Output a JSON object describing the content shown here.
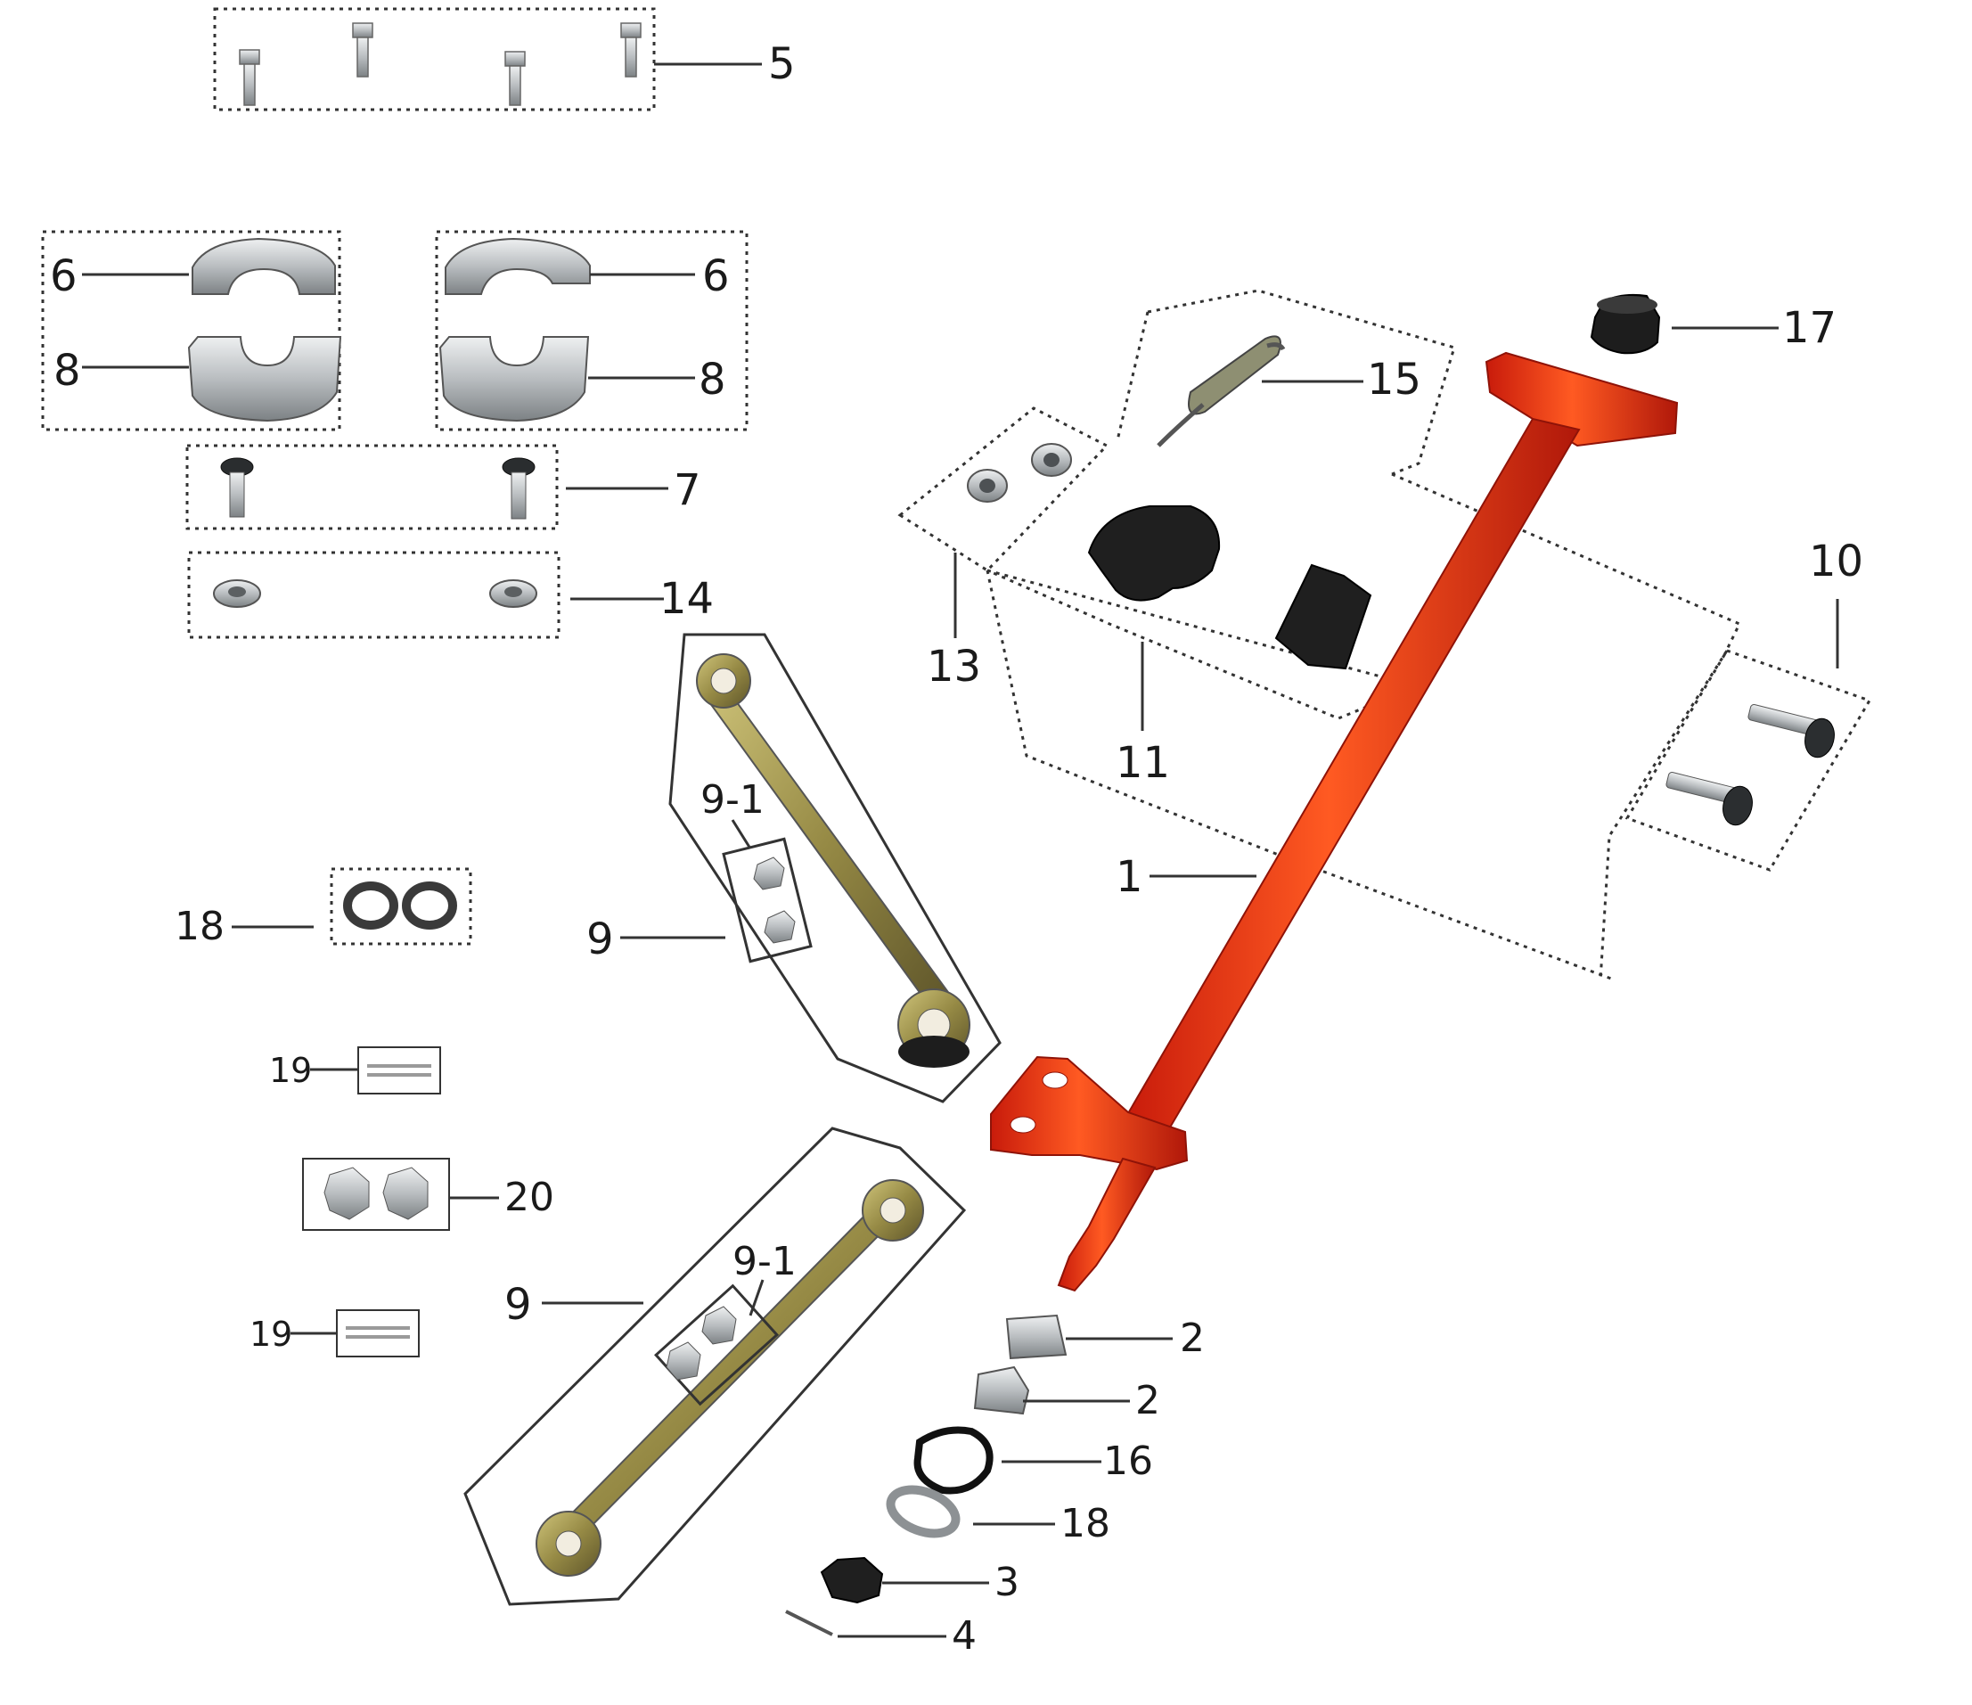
{
  "diagram": {
    "colors": {
      "shaft": "#ee2a10",
      "shaft_highlight": "#ff7a3c",
      "shaft_shadow": "#b0180a",
      "metal": "#c2c6c8",
      "metal_dark": "#7a7f82",
      "brass": "#a59a55",
      "brass_dark": "#5e552a",
      "rubber": "#1b1b1b",
      "line": "#2a2a2a"
    },
    "callouts": [
      {
        "id": "5",
        "text": "5"
      },
      {
        "id": "6a",
        "text": "6"
      },
      {
        "id": "6b",
        "text": "6"
      },
      {
        "id": "8a",
        "text": "8"
      },
      {
        "id": "8b",
        "text": "8"
      },
      {
        "id": "7",
        "text": "7"
      },
      {
        "id": "14",
        "text": "14"
      },
      {
        "id": "17",
        "text": "17"
      },
      {
        "id": "15",
        "text": "15"
      },
      {
        "id": "13",
        "text": "13"
      },
      {
        "id": "11",
        "text": "11"
      },
      {
        "id": "10",
        "text": "10"
      },
      {
        "id": "1",
        "text": "1"
      },
      {
        "id": "91a",
        "text": "9-1"
      },
      {
        "id": "9a",
        "text": "9"
      },
      {
        "id": "18a",
        "text": "18"
      },
      {
        "id": "19a",
        "text": "19"
      },
      {
        "id": "20",
        "text": "20"
      },
      {
        "id": "91b",
        "text": "9-1"
      },
      {
        "id": "9b",
        "text": "9"
      },
      {
        "id": "19b",
        "text": "19"
      },
      {
        "id": "2a",
        "text": "2"
      },
      {
        "id": "2b",
        "text": "2"
      },
      {
        "id": "16",
        "text": "16"
      },
      {
        "id": "18b",
        "text": "18"
      },
      {
        "id": "3",
        "text": "3"
      },
      {
        "id": "4",
        "text": "4"
      }
    ]
  }
}
